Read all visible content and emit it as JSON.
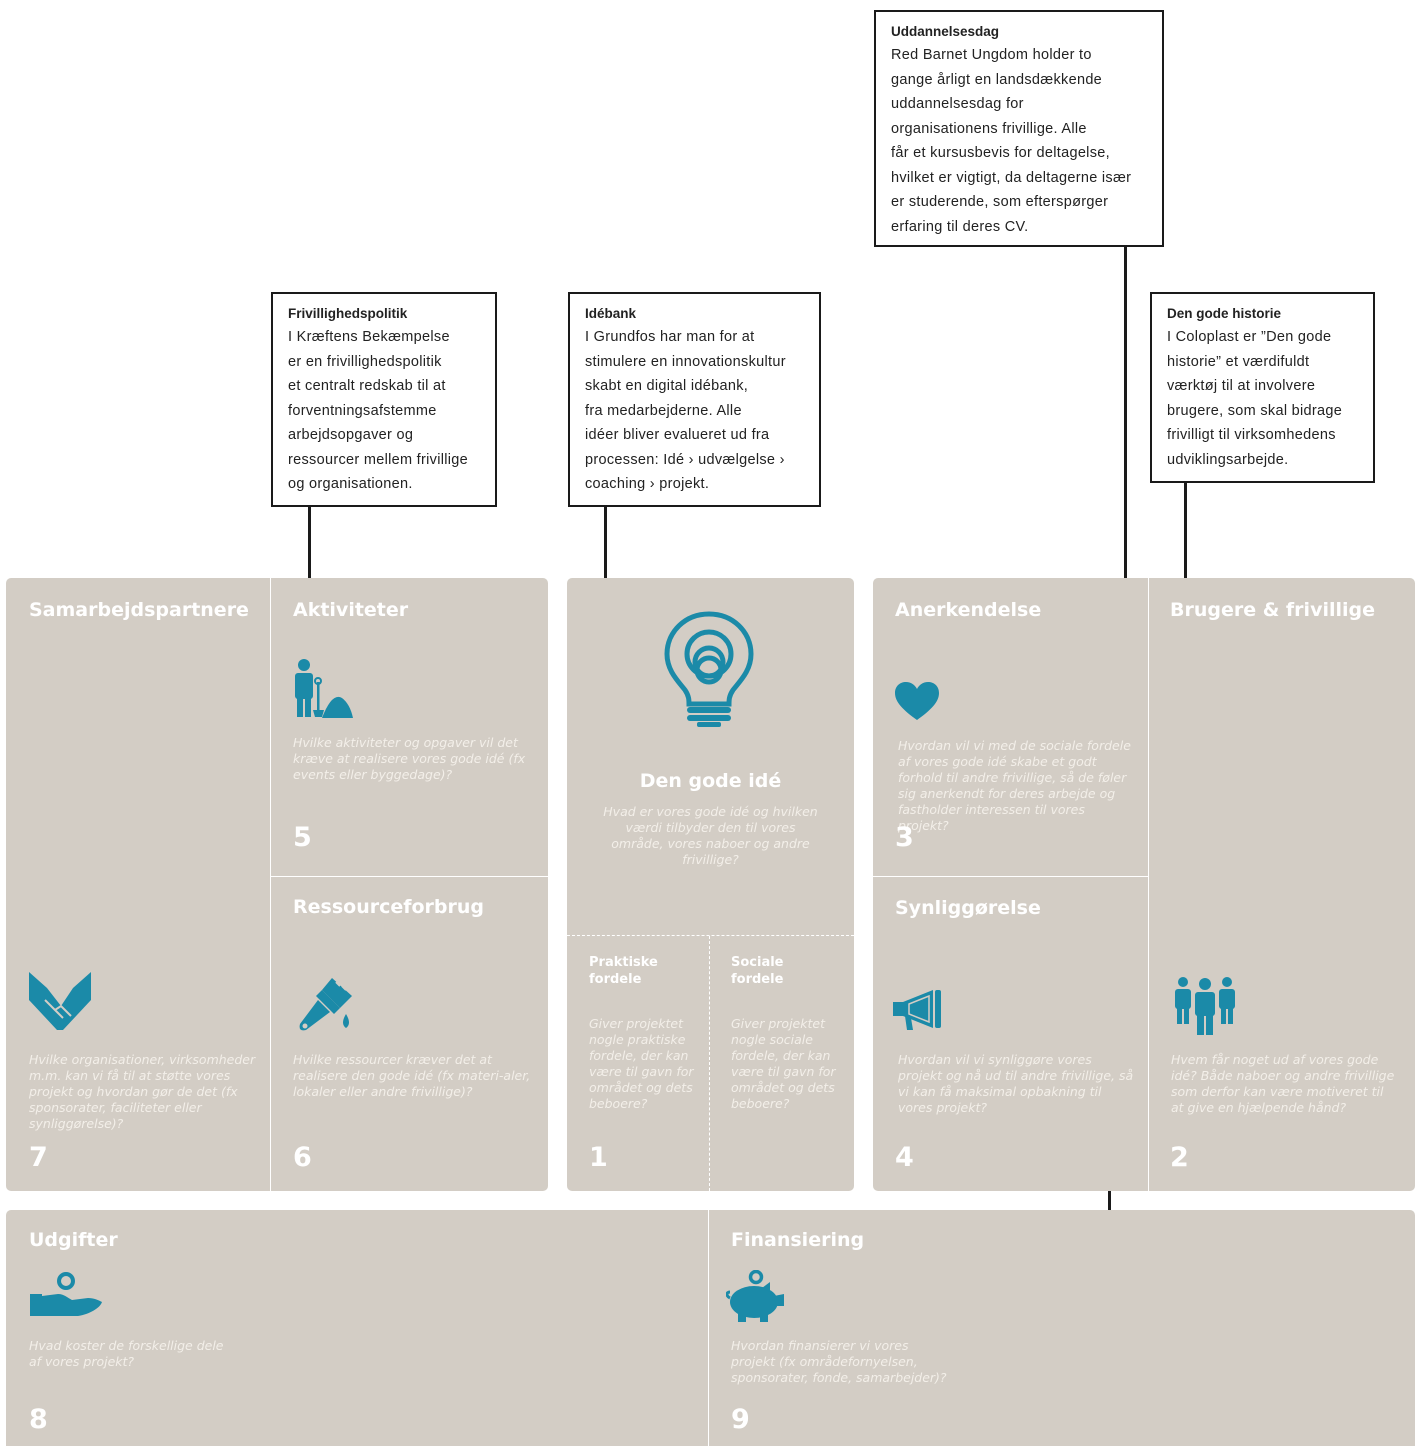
{
  "callouts": {
    "uddannelsesdag": {
      "title": "Uddannelsesdag",
      "body": "Red Barnet Ungdom holder to\ngange årligt en landsdækkende\nuddannelsesdag for\norganisationens frivillige. Alle\nfår et kursusbevis for deltagelse,\nhvilket er vigtigt, da deltagerne især\ner studerende, som efterspørger\nerfaring til deres CV."
    },
    "frivillighedspolitik": {
      "title": "Frivillighedspolitik",
      "body": "I Kræftens Bekæmpelse\ner en frivillighedspolitik\net centralt redskab til at\nforventningsafstemme\narbejdsopgaver og\nressourcer mellem frivillige\nog organisationen."
    },
    "idebank": {
      "title": "Idébank",
      "body": "I Grundfos har man for at\nstimulere en innovationskultur\nskabt en digital idébank,\nfra medarbejderne. Alle\nidéer bliver evalueret ud fra\nprocessen: Idé › udvælgelse ›\ncoaching › projekt."
    },
    "god_historie": {
      "title": "Den gode historie",
      "body": "I Coloplast er ”Den gode\nhistorie” et værdifuldt\nværktøj til at involvere\nbrugere, som skal bidrage\nfrivilligt til virksomhedens\nudviklingsarbejde."
    }
  },
  "cells": {
    "samarbejdspartnere": {
      "title": "Samarbejdspartnere",
      "question": "Hvilke organisationer, virksomheder m.m. kan vi få til at støtte vores projekt og hvordan gør de det (fx sponsorater, faciliteter eller synliggørelse)?",
      "number": "7",
      "icon": "handshake-icon"
    },
    "aktiviteter": {
      "title": "Aktiviteter",
      "question": "Hvilke aktiviteter og opgaver vil det kræve at realisere vores gode idé (fx events eller byggedage)?",
      "number": "5",
      "icon": "worker-shovel-icon"
    },
    "ressourceforbrug": {
      "title": "Ressourceforbrug",
      "question": "Hvilke ressourcer kræver det at realisere den gode idé (fx materi-aler, lokaler eller andre frivillige)?",
      "number": "6",
      "icon": "paintbrush-icon"
    },
    "den_gode_ide": {
      "title": "Den gode idé",
      "question": "Hvad er vores gode idé og hvilken værdi tilbyder den til vores område, vores naboer og andre frivillige?",
      "number": "1",
      "icon": "lightbulb-icon",
      "praktiske_title": "Praktiske fordele",
      "praktiske_question": "Giver projektet nogle praktiske fordele, der kan være til gavn for området og dets beboere?",
      "sociale_title": "Sociale fordele",
      "sociale_question": "Giver projektet nogle sociale fordele, der kan være til gavn for området og dets beboere?"
    },
    "anerkendelse": {
      "title": "Anerkendelse",
      "question": "Hvordan vil vi med de sociale fordele af vores gode idé skabe et godt forhold til andre frivillige, så de føler sig anerkendt for deres arbejde og fastholder interessen til vores projekt?",
      "number": "3",
      "icon": "heart-icon"
    },
    "synliggorelse": {
      "title": "Synliggørelse",
      "question": "Hvordan vil vi synliggøre vores projekt og nå ud til andre frivillige, så vi kan få maksimal opbakning til vores projekt?",
      "number": "4",
      "icon": "megaphone-icon"
    },
    "brugere": {
      "title": "Brugere & frivillige",
      "question": "Hvem får noget ud af vores gode idé? Både naboer og andre frivillige som derfor kan være motiveret til at give en hjælpende hånd?",
      "number": "2",
      "icon": "people-icon"
    },
    "udgifter": {
      "title": "Udgifter",
      "question": "Hvad koster de forskellige dele af vores projekt?",
      "number": "8",
      "icon": "hand-coin-icon"
    },
    "finansiering": {
      "title": "Finansiering",
      "question": "Hvordan finansierer vi vores projekt (fx områdefornyelsen, sponsorater, fonde, samarbejder)?",
      "number": "9",
      "icon": "piggy-bank-icon"
    }
  },
  "colors": {
    "panel": "#d3cdc5",
    "icon": "#1b8aa8",
    "text": "#ffffff",
    "line": "#1a1a1a"
  }
}
